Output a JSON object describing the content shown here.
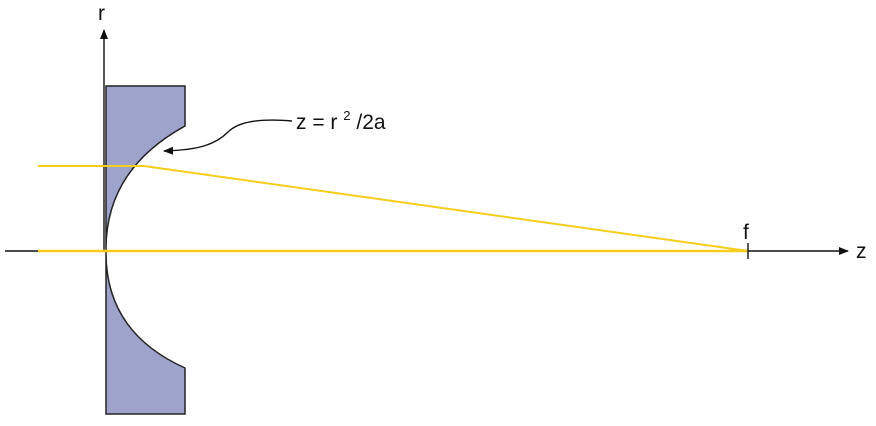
{
  "diagram": {
    "axis_labels": {
      "r": "r",
      "z": "z"
    },
    "focus_label": "f",
    "equation": {
      "prefix": "z = r",
      "exponent": "2",
      "suffix": "/2a"
    }
  },
  "colors": {
    "mirror_fill": "#9ea3cc",
    "mirror_stroke": "#222222",
    "ray": "#f5cd1a",
    "axis": "#111111",
    "text": "#111111"
  }
}
